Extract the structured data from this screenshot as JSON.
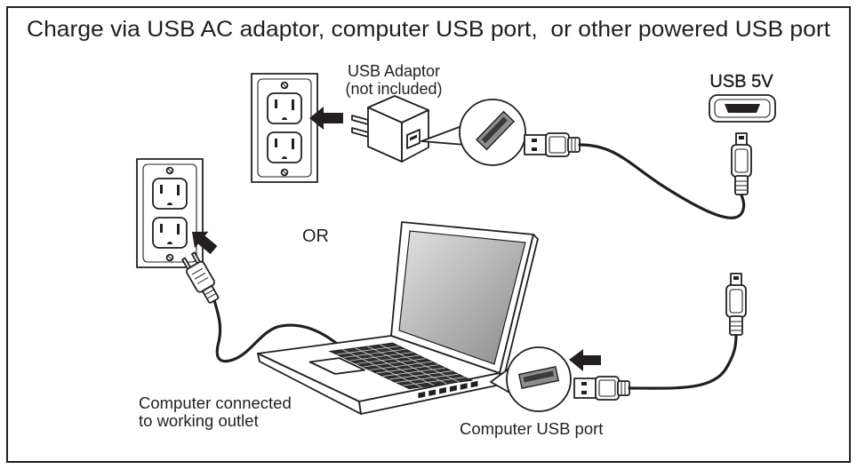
{
  "title": "Charge via USB AC adaptor, computer USB port,  or other powered USB port",
  "adaptor_label": {
    "line1": "USB Adaptor",
    "line2": "(not included)"
  },
  "usb_5v_label": "USB 5V",
  "or_label": "OR",
  "outlet_label": {
    "line1": "Computer connected",
    "line2": "to working outlet"
  },
  "computer_usb_label": "Computer USB port",
  "colors": {
    "ink": "#231f20",
    "port_gray": "#8e8e8e",
    "port_dark": "#3a3a3a",
    "screen_light": "#e2e2e2",
    "screen_dark": "#8a8a8a",
    "keyboard": "#2e2e2e"
  }
}
